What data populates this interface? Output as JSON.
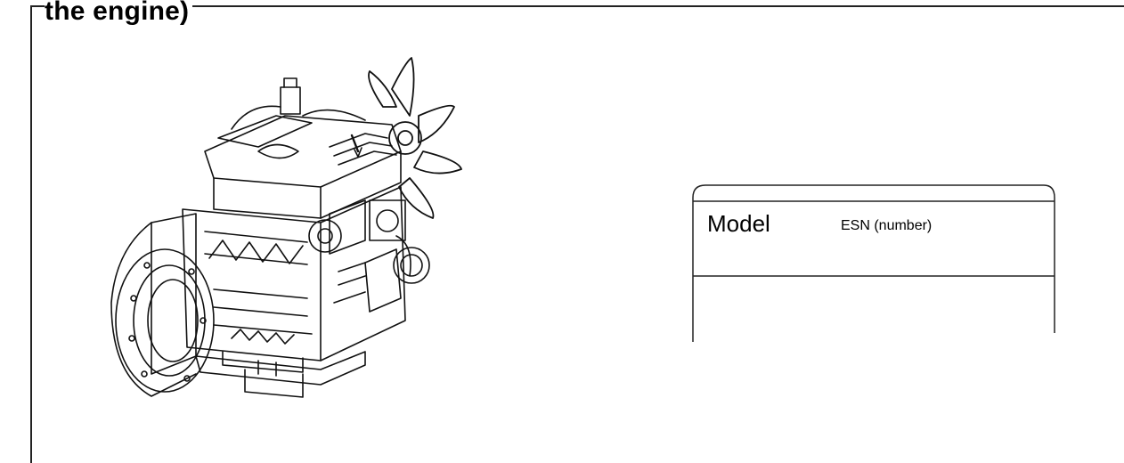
{
  "heading": {
    "text": "the engine)"
  },
  "nameplate": {
    "model_label": "Model",
    "esn_label": "ESN (number)"
  },
  "figure": {
    "subject": "engine-line-drawing"
  },
  "colors": {
    "line": "#222222",
    "background": "#ffffff"
  }
}
